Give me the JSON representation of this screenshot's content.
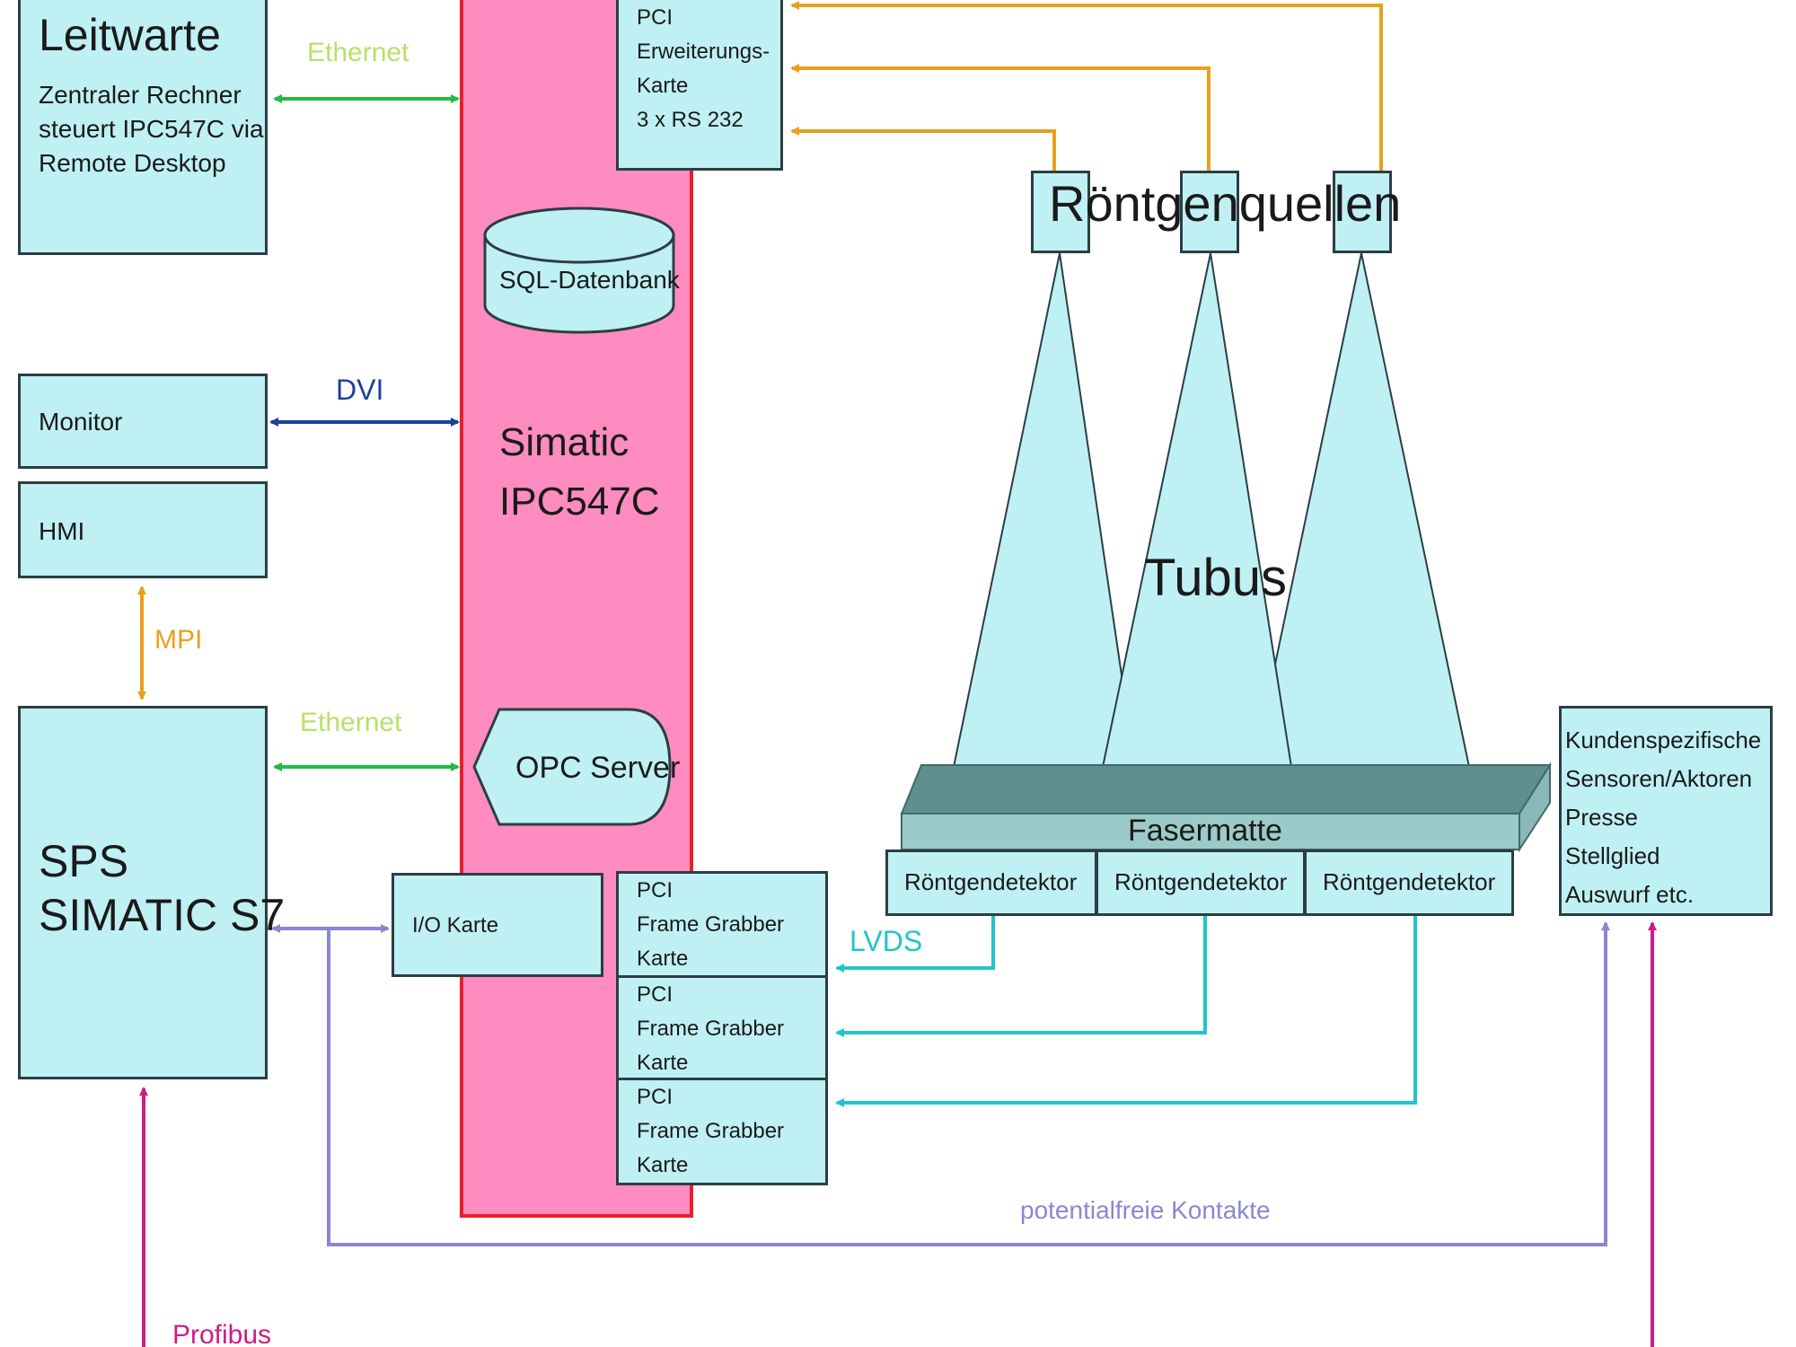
{
  "leitwarte": {
    "title": "Leitwarte",
    "lines": [
      "Zentraler Rechner",
      "steuert IPC547C via",
      "Remote Desktop"
    ]
  },
  "monitor": "Monitor",
  "hmi": "HMI",
  "sps": {
    "lines": [
      "SPS",
      "SIMATIC S7"
    ]
  },
  "ipc": {
    "lines": [
      "Simatic",
      "IPC547C"
    ]
  },
  "pci_extension": {
    "lines": [
      "PCI",
      "Erweiterungs-",
      "Karte",
      "3 x RS 232"
    ]
  },
  "sql": "SQL-Datenbank",
  "opc": "OPC Server",
  "io_card": "I/O Karte",
  "frame_grabbers": [
    {
      "lines": [
        "PCI",
        "Frame Grabber",
        "Karte"
      ]
    },
    {
      "lines": [
        "PCI",
        "Frame Grabber",
        "Karte"
      ]
    },
    {
      "lines": [
        "PCI",
        "Frame Grabber",
        "Karte"
      ]
    }
  ],
  "connections": {
    "ethernet_top": "Ethernet",
    "dvi": "DVI",
    "mpi": "MPI",
    "ethernet_bottom": "Ethernet",
    "lvds": "LVDS",
    "potentialfreie": "potentialfreie Kontakte",
    "profibus": "Profibus"
  },
  "xray_sources_label": "Röntgenquellen",
  "tubus_label": "Tubus",
  "fasermatte_label": "Fasermatte",
  "detectors": [
    "Röntgendetektor",
    "Röntgendetektor",
    "Röntgendetektor"
  ],
  "customer": {
    "lines": [
      "Kundenspezifische",
      "Sensoren/Aktoren",
      "Presse",
      "Stellglied",
      "Auswurf etc."
    ]
  },
  "colors": {
    "box_fill": "#bff0f4",
    "ipc_fill": "#ff8cc0",
    "ipc_border": "#e8202a",
    "ethernet": "#22bb44",
    "ethernet_label": "#b8e06a",
    "dvi": "#1d3f9c",
    "mpi": "#e8a020",
    "rs232": "#e8a020",
    "lvds": "#22c4cc",
    "kontakte": "#8a86d2",
    "profibus": "#cc1c8a",
    "fasermatte_top": "#5f8f8f",
    "fasermatte_face": "#9ccaca"
  }
}
